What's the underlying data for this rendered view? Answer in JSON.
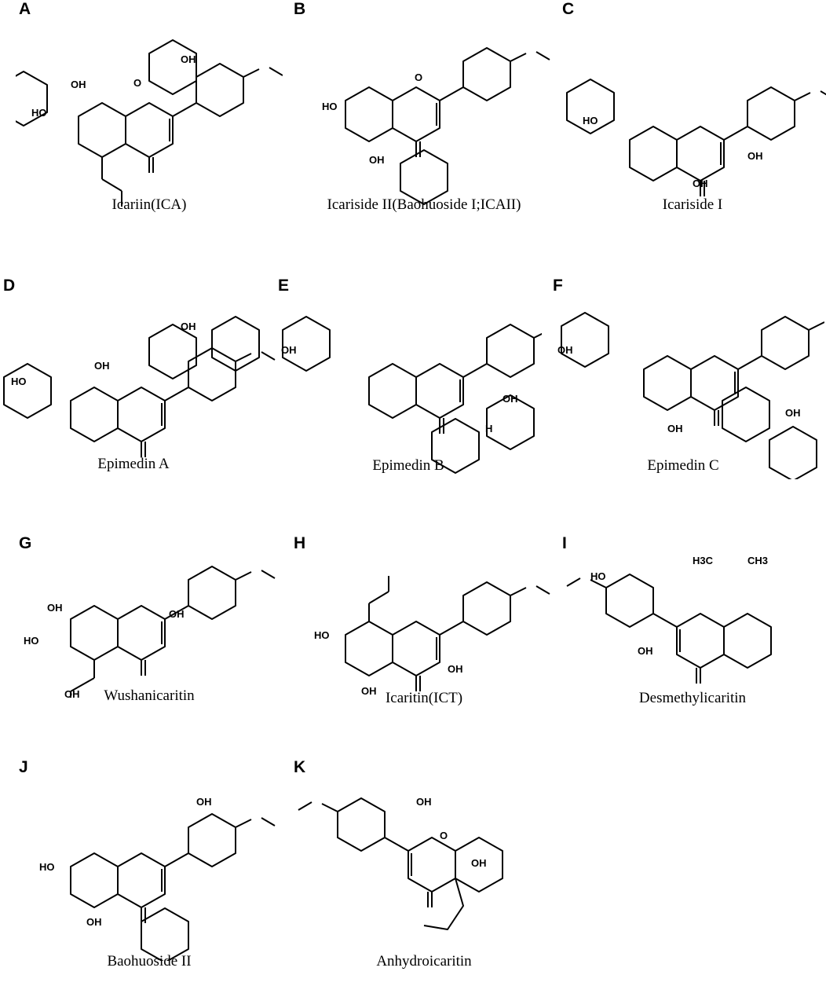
{
  "panels": [
    {
      "letter": "A",
      "caption": "Icariin(ICA)"
    },
    {
      "letter": "B",
      "caption": "Icariside II(Baohuoside I;ICAII)"
    },
    {
      "letter": "C",
      "caption": "Icariside I"
    },
    {
      "letter": "D",
      "caption": "Epimedin A"
    },
    {
      "letter": "E",
      "caption": "Epimedin B"
    },
    {
      "letter": "F",
      "caption": "Epimedin C"
    },
    {
      "letter": "G",
      "caption": "Wushanicaritin"
    },
    {
      "letter": "H",
      "caption": "Icaritin(ICT)"
    },
    {
      "letter": "I",
      "caption": "Desmethylicaritin"
    },
    {
      "letter": "J",
      "caption": "Baohuoside II"
    },
    {
      "letter": "K",
      "caption": "Anhydroicaritin"
    }
  ],
  "atom_labels": {
    "oh": "OH",
    "ho": "HO",
    "o": "O",
    "h3c": "H3C",
    "ch3": "CH3",
    "h": "H"
  }
}
